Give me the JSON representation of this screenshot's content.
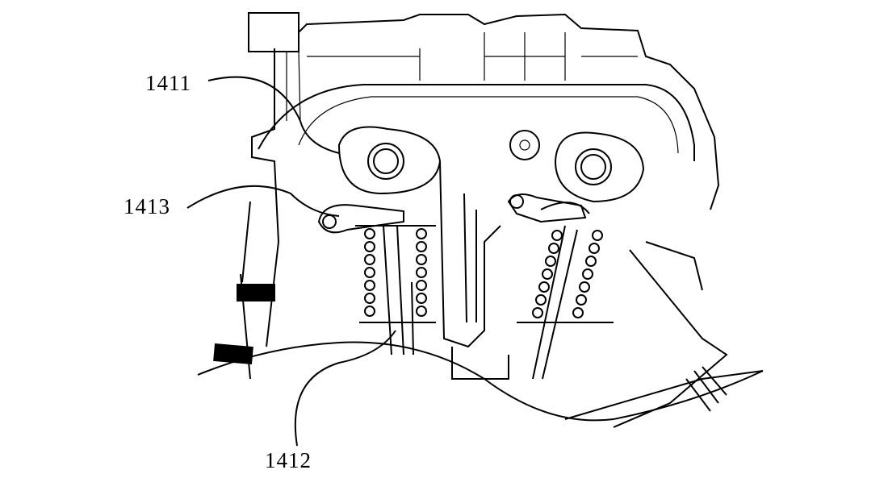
{
  "figure": {
    "labels": [
      {
        "id": "label-1411",
        "text": "1411"
      },
      {
        "id": "label-1413",
        "text": "1413"
      },
      {
        "id": "label-1412",
        "text": "1412"
      }
    ],
    "colors": {
      "ink": "#000000",
      "paper": "#ffffff"
    }
  }
}
